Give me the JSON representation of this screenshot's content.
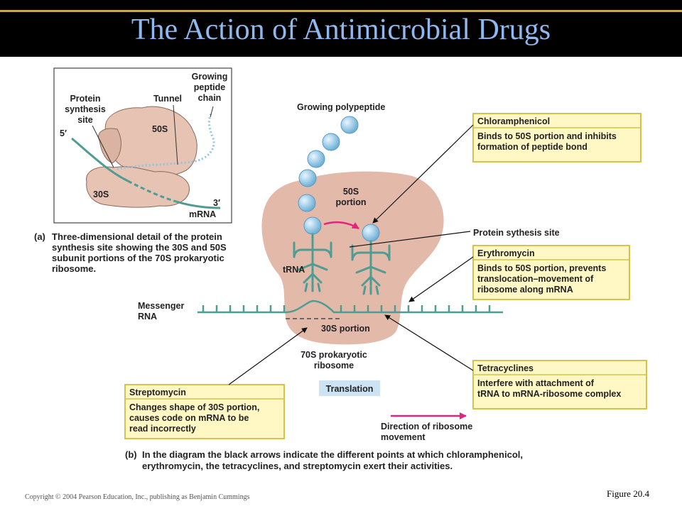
{
  "slide": {
    "title": "The Action of Antimicrobial Drugs",
    "copyright": "Copyright © 2004 Pearson Education, Inc., publishing as Benjamin Cummings",
    "figure": "Figure 20.4"
  },
  "inset": {
    "labels": {
      "growing": "Growing",
      "peptide": "peptide",
      "chain": "chain",
      "protein": "Protein",
      "synthesis": "synthesis",
      "site": "site",
      "tunnel": "Tunnel",
      "five_prime": "5′",
      "s50": "50S",
      "s30": "30S",
      "three_prime": "3′",
      "mrna": "mRNA"
    },
    "caption_letter": "(a)",
    "caption_lines": [
      "Three-dimensional detail of the protein",
      "synthesis site showing the 30S and 50S",
      "subunit portions of the 70S prokaryotic",
      "ribosome."
    ]
  },
  "main": {
    "growing_polypeptide": "Growing polypeptide",
    "portion50_line1": "50S",
    "portion50_line2": "portion",
    "trna": "tRNA",
    "messenger_line1": "Messenger",
    "messenger_line2": "RNA",
    "portion30": "30S portion",
    "ribosome_line1": "70S prokaryotic",
    "ribosome_line2": "ribosome",
    "translation": "Translation",
    "protein_site": "Protein sythesis site",
    "direction_line1": "Direction of ribosome",
    "direction_line2": "movement"
  },
  "drugs": [
    {
      "name": "Chloramphenicol",
      "desc": [
        "Binds to 50S portion and inhibits",
        "formation of peptide bond"
      ]
    },
    {
      "name": "Erythromycin",
      "desc": [
        "Binds to 50S portion, prevents",
        "translocation–movement of",
        "ribosome along mRNA"
      ]
    },
    {
      "name": "Tetracyclines",
      "desc": [
        "Interfere with attachment of",
        "tRNA to mRNA-ribosome complex"
      ]
    },
    {
      "name": "Streptomycin",
      "desc": [
        "Changes shape of 30S portion,",
        "causes code on mRNA to be",
        "read incorrectly"
      ]
    }
  ],
  "caption_b": {
    "letter": "(b)",
    "lines": [
      "In the diagram the black arrows indicate the different points at which chloramphenicol,",
      "erythromycin, the tetracyclines, and streptomycin exert their activities."
    ]
  },
  "colors": {
    "title": "#8fb8ee",
    "ribosome": "#e3b9aa",
    "mrna": "#4f9d92",
    "bead": "#8ec5e4",
    "callout_fill": "#fff7c4",
    "callout_border": "#d4c24a",
    "movement_arrow": "#e0267c"
  }
}
